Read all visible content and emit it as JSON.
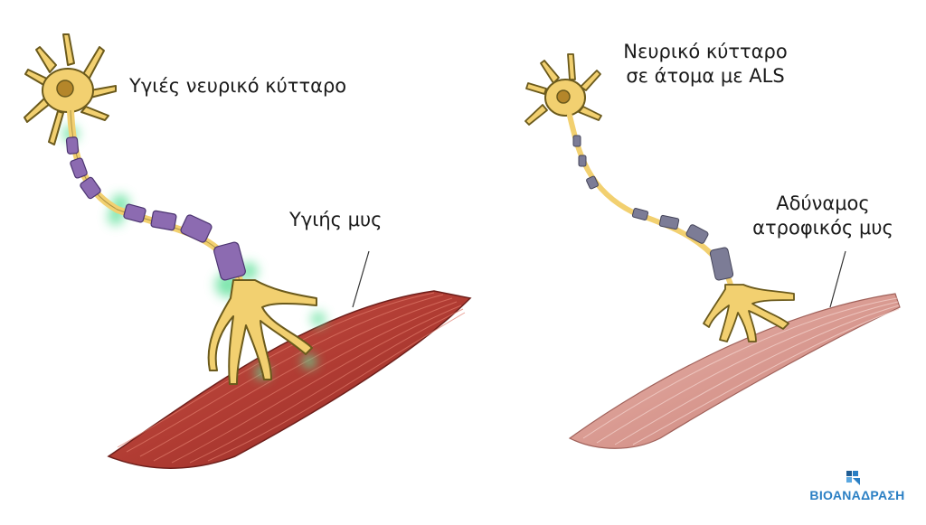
{
  "labels": {
    "healthy_neuron": "Υγιές νευρικό κύτταρο",
    "healthy_muscle": "Υγιής μυς",
    "als_neuron_line1": "Νευρικό κύτταρο",
    "als_neuron_line2": "σε άτομα με ALS",
    "weak_muscle_line1": "Αδύναμος",
    "weak_muscle_line2": "ατροφικός μυς"
  },
  "logo": {
    "text": "ΒΙΟΑΝΑΔΡΑΣΗ",
    "name": "bioanadrasi-logo"
  },
  "colors": {
    "neuron_body": "#f2d070",
    "neuron_outline": "#6b5a1c",
    "nucleus": "#b4862a",
    "myelin_healthy": "#8c6bb1",
    "myelin_als": "#7c7c96",
    "glow": "#5fe09a",
    "muscle_healthy": "#b8443a",
    "muscle_weak": "#dba39b",
    "logo": "#2a7fc4"
  }
}
